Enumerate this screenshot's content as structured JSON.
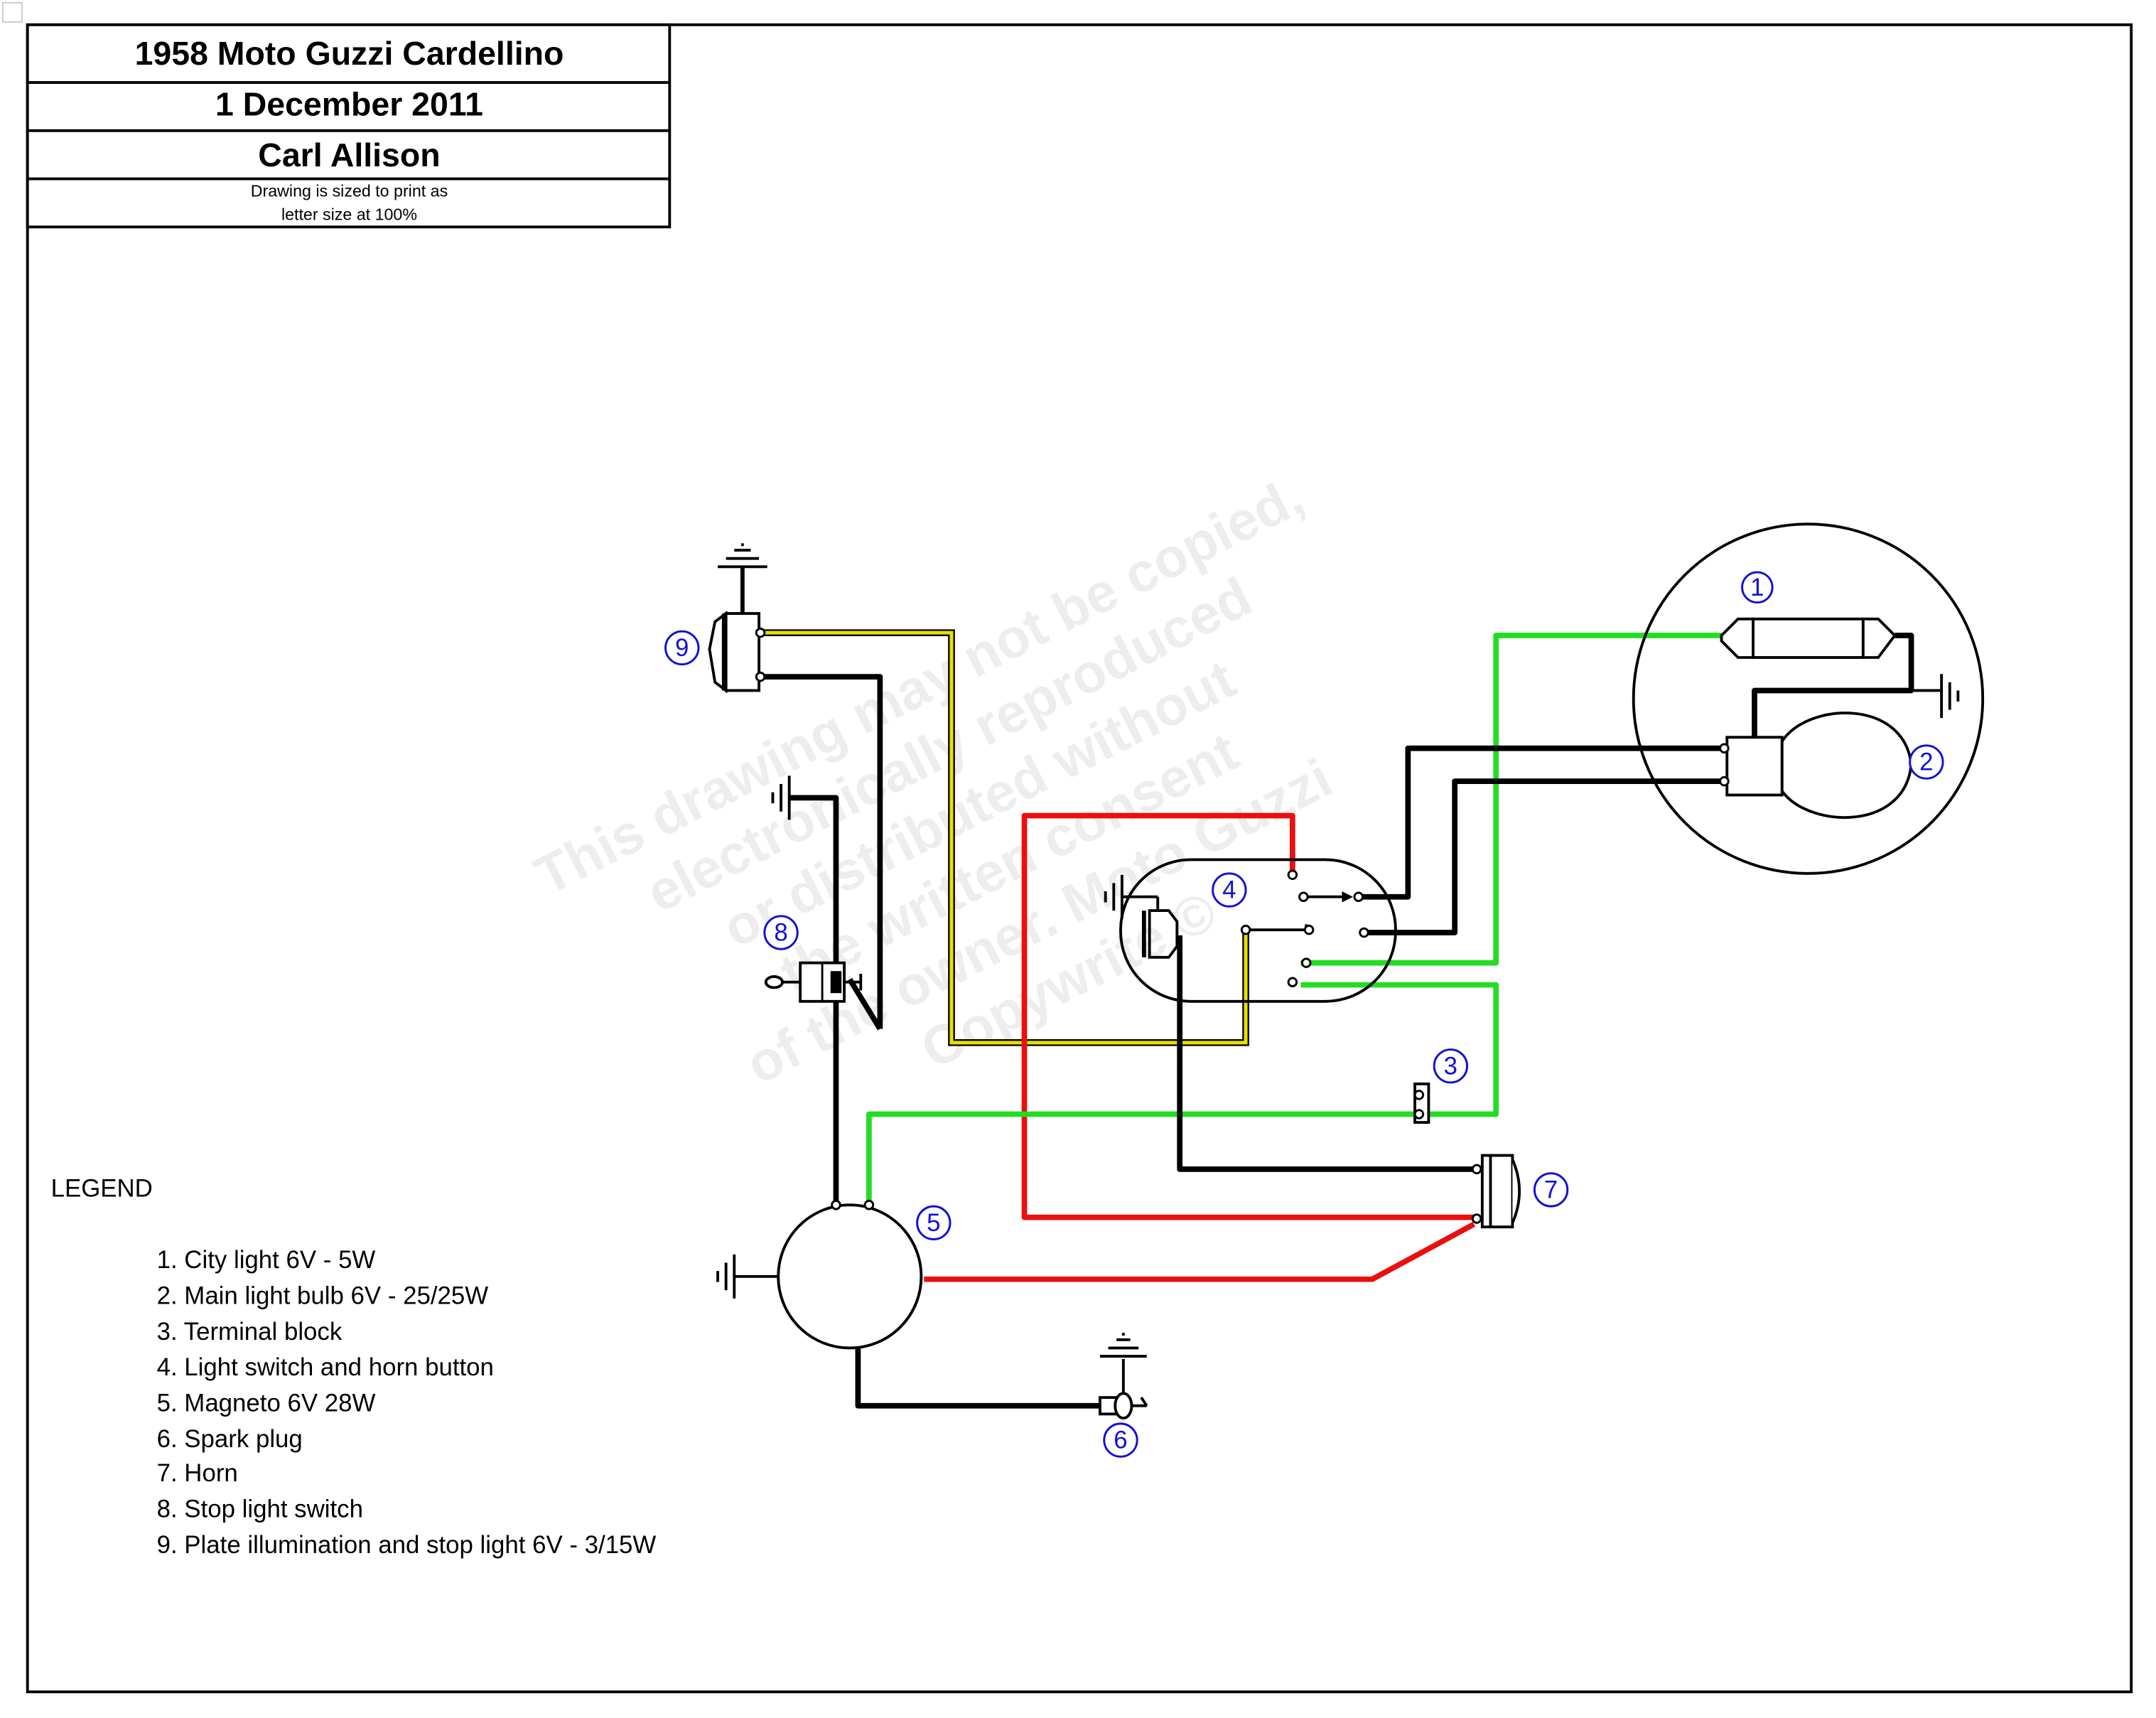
{
  "title_block": {
    "title": "1958 Moto Guzzi Cardellino",
    "date": "1 December 2011",
    "author": "Carl Allison",
    "note_line1": "Drawing  is  sized  to  print  as",
    "note_line2": "letter  size at 100%"
  },
  "watermark": {
    "line1": "This drawing may not be copied,",
    "line2": "electronically reproduced",
    "line3": "or distributed without",
    "line4": "the written consent",
    "line5": "of the owner. Moto Guzzi",
    "line6": "Copywrite ©"
  },
  "legend": {
    "heading": "LEGEND",
    "items": [
      "1. City light 6V - 5W",
      "2. Main light bulb 6V - 25/25W",
      "3. Terminal block",
      "4. Light switch and horn button",
      "5. Magneto 6V 28W",
      "6. Spark plug",
      "7. Horn",
      "8. Stop light switch",
      "9. Plate illumination and stop light 6V - 3/15W"
    ]
  },
  "callouts": [
    "1",
    "2",
    "3",
    "4",
    "5",
    "6",
    "7",
    "8",
    "9"
  ],
  "wire_colors": {
    "black": "#000000",
    "red": "#e81010",
    "green": "#22dd22",
    "yellow": "#e8e000",
    "callout": "#1010d8"
  }
}
